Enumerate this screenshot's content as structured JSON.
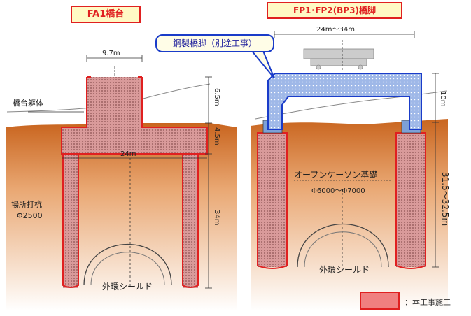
{
  "titles": {
    "left": "FA1橋台",
    "right": "FP1･FP2(BP3)橋脚"
  },
  "callout": "鋼製橋脚（別途工事）",
  "left_diagram": {
    "top_width": "9.7m",
    "body_label": "橋台躯体",
    "h1": "6.5m",
    "h2": "4.5m",
    "base_width": "24m",
    "pile_label_line1": "場所打杭",
    "pile_label_line2": "Φ2500",
    "pile_depth": "34m",
    "shield_label": "外環シールド"
  },
  "right_diagram": {
    "span": "24m～34m",
    "pier_height": "10m",
    "caisson_label": "オープンケーソン基礎",
    "caisson_dia": "Φ6000～Φ7000",
    "depth": "31.5～32.5m",
    "shield_label": "外環シールド"
  },
  "legend": {
    "label": "：本工事施工",
    "color": "#f08080"
  }
}
